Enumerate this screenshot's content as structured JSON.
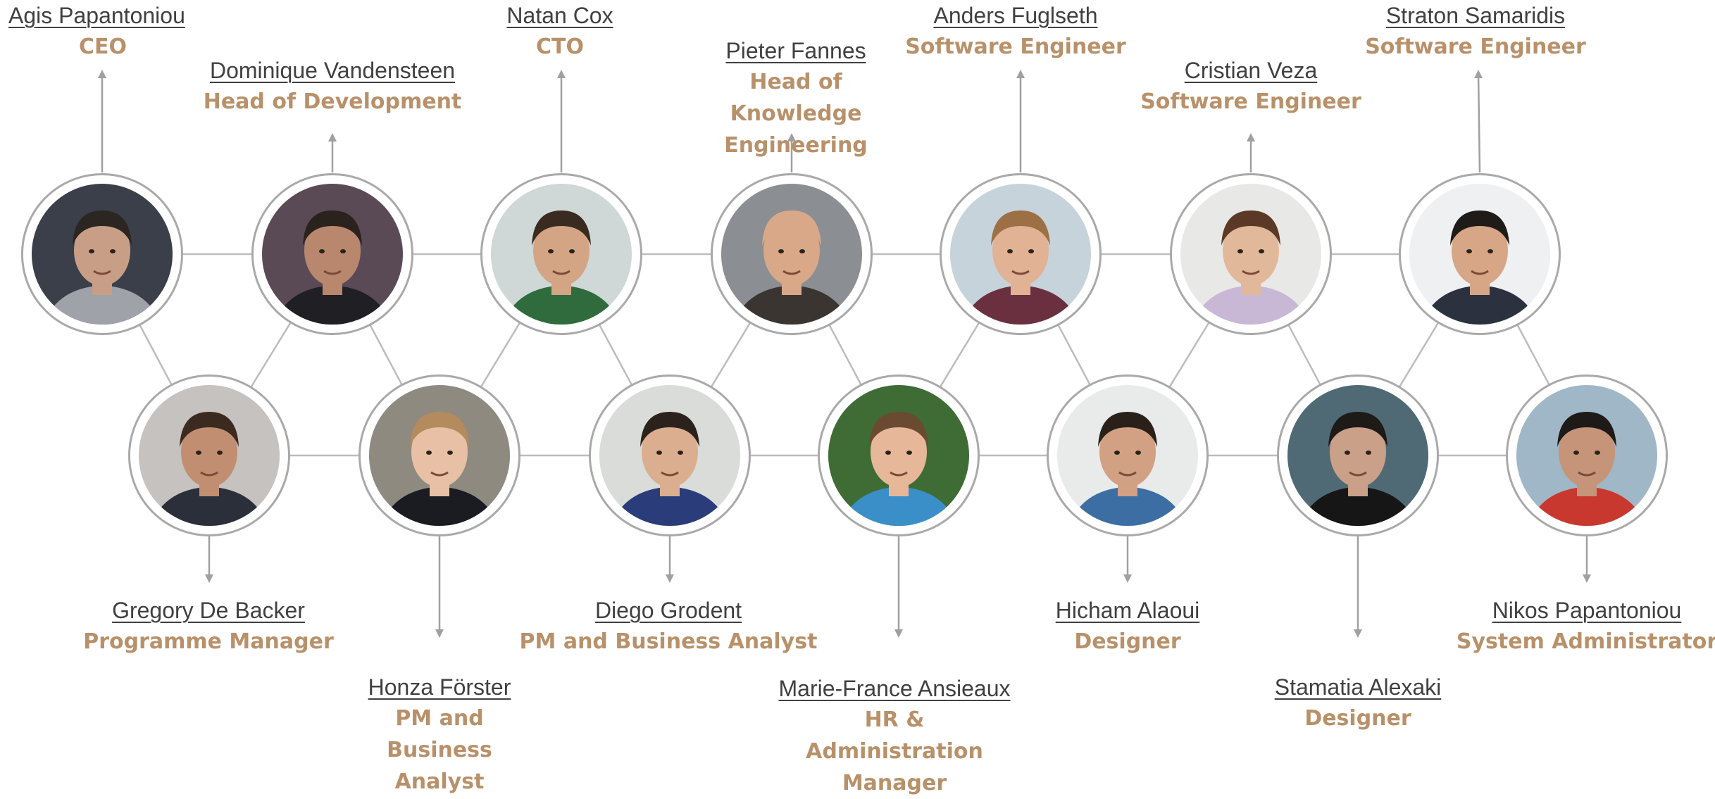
{
  "team": [
    {
      "id": "agis",
      "name": "Agis Papantoniou",
      "role": "CEO",
      "photo_bg": "#3b3f4a",
      "skin": "#c99e86",
      "hair": "#2b2622",
      "shirt": "#9fa2a8"
    },
    {
      "id": "dominique",
      "name": "Dominique Vandensteen",
      "role": "Head of Development",
      "photo_bg": "#5a4a56",
      "skin": "#b8876d",
      "hair": "#2a221d",
      "shirt": "#1f1f24"
    },
    {
      "id": "natan",
      "name": "Natan Cox",
      "role": "CTO",
      "photo_bg": "#cfd8d6",
      "skin": "#d4a585",
      "hair": "#3a2b20",
      "shirt": "#2f6b3c"
    },
    {
      "id": "pieter",
      "name": "Pieter Fannes",
      "role": "Head of Knowledge Engineering",
      "photo_bg": "#8b8e92",
      "skin": "#d9a888",
      "hair": "#d9a888",
      "shirt": "#3b3532"
    },
    {
      "id": "anders",
      "name": "Anders Fuglseth",
      "role": "Software Engineer",
      "photo_bg": "#c7d3da",
      "skin": "#e1b294",
      "hair": "#9c7044",
      "shirt": "#6b3040"
    },
    {
      "id": "cristian",
      "name": "Cristian Veza",
      "role": "Software Engineer",
      "photo_bg": "#e8e8e6",
      "skin": "#e2b89b",
      "hair": "#5a3a26",
      "shirt": "#c9b7d6"
    },
    {
      "id": "straton",
      "name": "Straton Samaridis",
      "role": "Software Engineer",
      "photo_bg": "#eef0f2",
      "skin": "#d7a686",
      "hair": "#1f1b18",
      "shirt": "#2c3140"
    },
    {
      "id": "gregory",
      "name": "Gregory De Backer",
      "role": "Programme Manager",
      "photo_bg": "#c5c2bf",
      "skin": "#c18e72",
      "hair": "#3a2a20",
      "shirt": "#2a2f3a"
    },
    {
      "id": "honza",
      "name": "Honza Förster",
      "role": "PM and Business Analyst",
      "photo_bg": "#8f8a80",
      "skin": "#e7c0a5",
      "hair": "#b38b5d",
      "shirt": "#1b1c22"
    },
    {
      "id": "diego",
      "name": "Diego Grodent",
      "role": "PM and Business Analyst",
      "photo_bg": "#d9dcd8",
      "skin": "#dcae90",
      "hair": "#2b221d",
      "shirt": "#2b3c7a"
    },
    {
      "id": "mariefrance",
      "name": "Marie-France Ansieaux",
      "role": "HR & Administration Manager",
      "photo_bg": "#3f6b35",
      "skin": "#e7b79a",
      "hair": "#6b4a32",
      "shirt": "#3b8fc8"
    },
    {
      "id": "hicham",
      "name": "Hicham Alaoui",
      "role": "Designer",
      "photo_bg": "#e9eaea",
      "skin": "#d2a083",
      "hair": "#2a201a",
      "shirt": "#3d6ea3"
    },
    {
      "id": "stamatia",
      "name": "Stamatia Alexaki",
      "role": "Designer",
      "photo_bg": "#4f6a74",
      "skin": "#caa088",
      "hair": "#1d1a18",
      "shirt": "#161616"
    },
    {
      "id": "nikos",
      "name": "Nikos Papantoniou",
      "role": "System Administrator",
      "photo_bg": "#9fb7c7",
      "skin": "#c69478",
      "hair": "#1e1a17",
      "shirt": "#c8382f"
    }
  ],
  "colors": {
    "name_text": "#404040",
    "role_text": "#b8916a",
    "line": "#bcbcbc",
    "arrow": "#a0a0a0",
    "ring": "#a9a9a9"
  }
}
